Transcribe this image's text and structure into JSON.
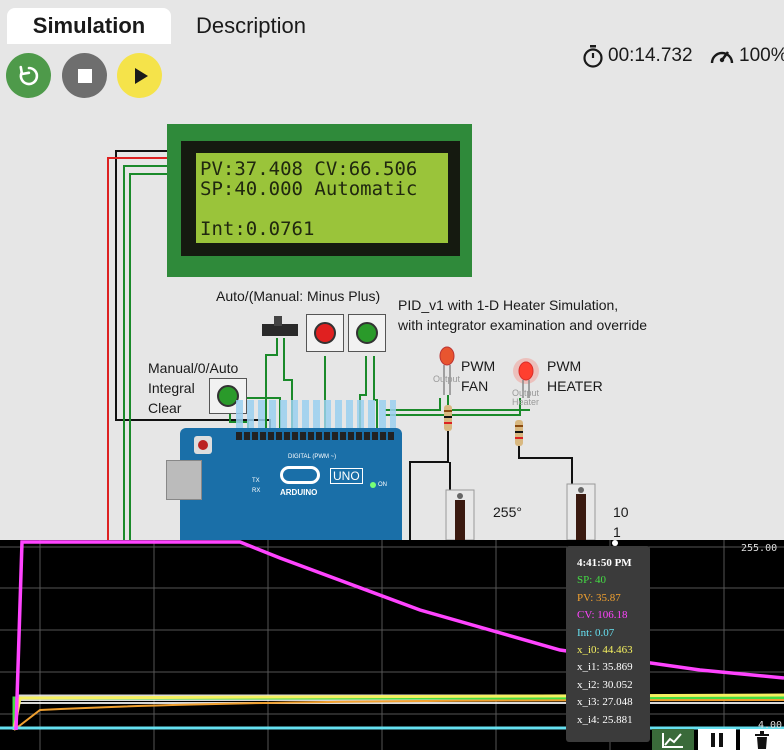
{
  "tabs": [
    {
      "label": "Simulation",
      "active": true
    },
    {
      "label": "Description",
      "active": false
    }
  ],
  "controls": {
    "restart_icon": "restart-icon",
    "stop_icon": "stop-icon",
    "play_icon": "play-icon"
  },
  "status": {
    "timer": "00:14.732",
    "speed": "100%"
  },
  "lcd": {
    "line1": "PV:37.408 CV:66.506",
    "line2": "SP:40.000 Automatic",
    "line3": "",
    "line4": "Int:0.0761"
  },
  "labels": {
    "auto_manual": "Auto/(Manual: Minus Plus)",
    "title_line1": "PID_v1 with 1-D Heater Simulation,",
    "title_line2": "with integrator examination and override",
    "manual_line1": "Manual/0/Auto",
    "manual_line2": "Integral",
    "manual_line3": "Clear",
    "pwm_fan_1": "PWM",
    "pwm_fan_2": "FAN",
    "pwm_heater_1": "PWM",
    "pwm_heater_2": "HEATER",
    "led_fan_small": "Output",
    "led_heater_small": "Output",
    "led_heater_small2": "Heater",
    "slider1_value": "255°",
    "slider2_value": "10",
    "slider2_value2": "1",
    "board_name": "UNO",
    "board_brand": "ARDUINO",
    "board_digital": "DIGITAL (PWM ~)",
    "board_tx": "TX",
    "board_rx": "RX",
    "board_on": "ON"
  },
  "plot": {
    "ymax_label": "255.00",
    "ymin_label": "4.00",
    "colors": {
      "sp": "#44dd44",
      "pv": "#f0a030",
      "cv": "#ff44ff",
      "int": "#66e0f0",
      "xi0": "#f5f060",
      "xi": "#ffffff"
    }
  },
  "tooltip": {
    "time": "4:41:50 PM",
    "rows": [
      {
        "text": "SP: 40",
        "color": "#44dd44"
      },
      {
        "text": "PV: 35.87",
        "color": "#f0a030"
      },
      {
        "text": "CV: 106.18",
        "color": "#ff44ff"
      },
      {
        "text": "Int: 0.07",
        "color": "#66e0f0"
      },
      {
        "text": "x_i0: 44.463",
        "color": "#f5f060"
      },
      {
        "text": "x_i1: 35.869",
        "color": "#ffffff"
      },
      {
        "text": "x_i2: 30.052",
        "color": "#ffffff"
      },
      {
        "text": "x_i3: 27.048",
        "color": "#ffffff"
      },
      {
        "text": "x_i4: 25.881",
        "color": "#ffffff"
      }
    ]
  },
  "plot_buttons": {
    "chart_icon": "line-chart-icon",
    "pause_icon": "pause-icon",
    "trash_icon": "trash-icon"
  }
}
